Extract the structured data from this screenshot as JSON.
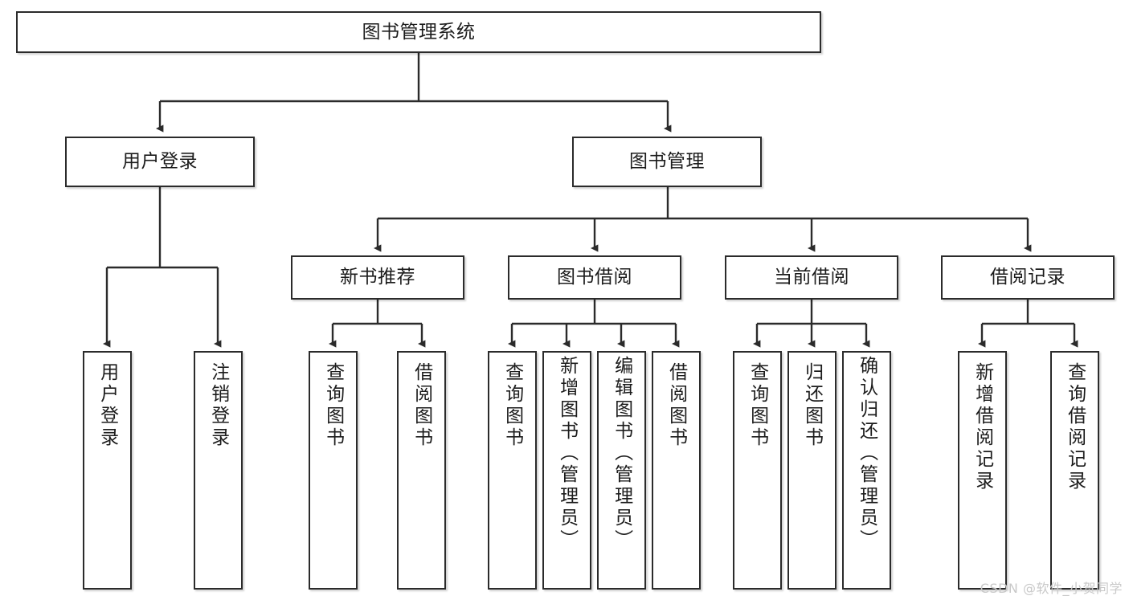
{
  "diagram": {
    "title": "图书管理系统",
    "type": "hierarchy-tree",
    "watermark": "CSDN @软件_小贺同学",
    "colors": {
      "box_border": "#2b2b2b",
      "box_fill": "#ffffff",
      "line": "#2b2b2b",
      "text": "#1c1c1c",
      "watermark": "#c9c9c9",
      "background": "#ffffff"
    },
    "root": {
      "id": "root",
      "label": "图书管理系统"
    },
    "level1": [
      {
        "id": "user-login",
        "label": "用户登录"
      },
      {
        "id": "book-management",
        "label": "图书管理"
      }
    ],
    "level2": [
      {
        "id": "new-book-recommend",
        "label": "新书推荐",
        "parent": "book-management"
      },
      {
        "id": "book-borrow",
        "label": "图书借阅",
        "parent": "book-management"
      },
      {
        "id": "current-borrow",
        "label": "当前借阅",
        "parent": "book-management"
      },
      {
        "id": "borrow-record",
        "label": "借阅记录",
        "parent": "book-management"
      }
    ],
    "leaves": [
      {
        "id": "leaf-user-login",
        "label": "用户登录",
        "parent": "user-login"
      },
      {
        "id": "leaf-logout",
        "label": "注销登录",
        "parent": "user-login"
      },
      {
        "id": "leaf-query-book-1",
        "label": "查询图书",
        "parent": "new-book-recommend"
      },
      {
        "id": "leaf-borrow-book-1",
        "label": "借阅图书",
        "parent": "new-book-recommend"
      },
      {
        "id": "leaf-query-book-2",
        "label": "查询图书",
        "parent": "book-borrow"
      },
      {
        "id": "leaf-add-book",
        "label": "新增图书（管理员）",
        "parent": "book-borrow"
      },
      {
        "id": "leaf-edit-book",
        "label": "编辑图书（管理员）",
        "parent": "book-borrow"
      },
      {
        "id": "leaf-borrow-book-2",
        "label": "借阅图书",
        "parent": "book-borrow"
      },
      {
        "id": "leaf-query-book-3",
        "label": "查询图书",
        "parent": "current-borrow"
      },
      {
        "id": "leaf-return-book",
        "label": "归还图书",
        "parent": "current-borrow"
      },
      {
        "id": "leaf-confirm-return",
        "label": "确认归还（管理员）",
        "parent": "current-borrow"
      },
      {
        "id": "leaf-add-record",
        "label": "新增借阅记录",
        "parent": "borrow-record"
      },
      {
        "id": "leaf-query-record",
        "label": "查询借阅记录",
        "parent": "borrow-record"
      }
    ]
  }
}
